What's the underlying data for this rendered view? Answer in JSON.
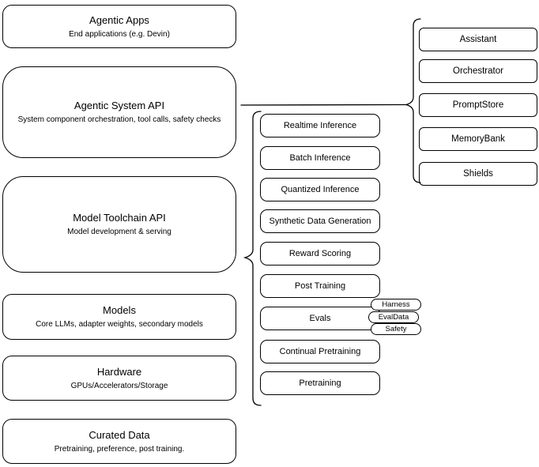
{
  "diagram": {
    "left_column": {
      "agentic_apps": {
        "title": "Agentic Apps",
        "subtitle": "End applications (e.g. Devin)"
      },
      "agentic_system_api": {
        "title": "Agentic System API",
        "subtitle": "System component orchestration, tool calls, safety checks"
      },
      "model_toolchain_api": {
        "title": "Model Toolchain API",
        "subtitle": "Model development & serving"
      },
      "models": {
        "title": "Models",
        "subtitle": "Core LLMs, adapter weights, secondary models"
      },
      "hardware": {
        "title": "Hardware",
        "subtitle": "GPUs/Accelerators/Storage"
      },
      "curated_data": {
        "title": "Curated Data",
        "subtitle": "Pretraining, preference, post training."
      }
    },
    "toolchain_items": [
      "Realtime Inference",
      "Batch Inference",
      "Quantized Inference",
      "Synthetic Data Generation",
      "Reward Scoring",
      "Post Training",
      "Evals",
      "Continual Pretraining",
      "Pretraining"
    ],
    "eval_tags": [
      "Harness",
      "EvalData",
      "Safety"
    ],
    "system_components": [
      "Assistant",
      "Orchestrator",
      "PromptStore",
      "MemoryBank",
      "Shields"
    ],
    "colors": {
      "stroke": "#000000",
      "fill": "#ffffff",
      "text": "#000000"
    }
  }
}
